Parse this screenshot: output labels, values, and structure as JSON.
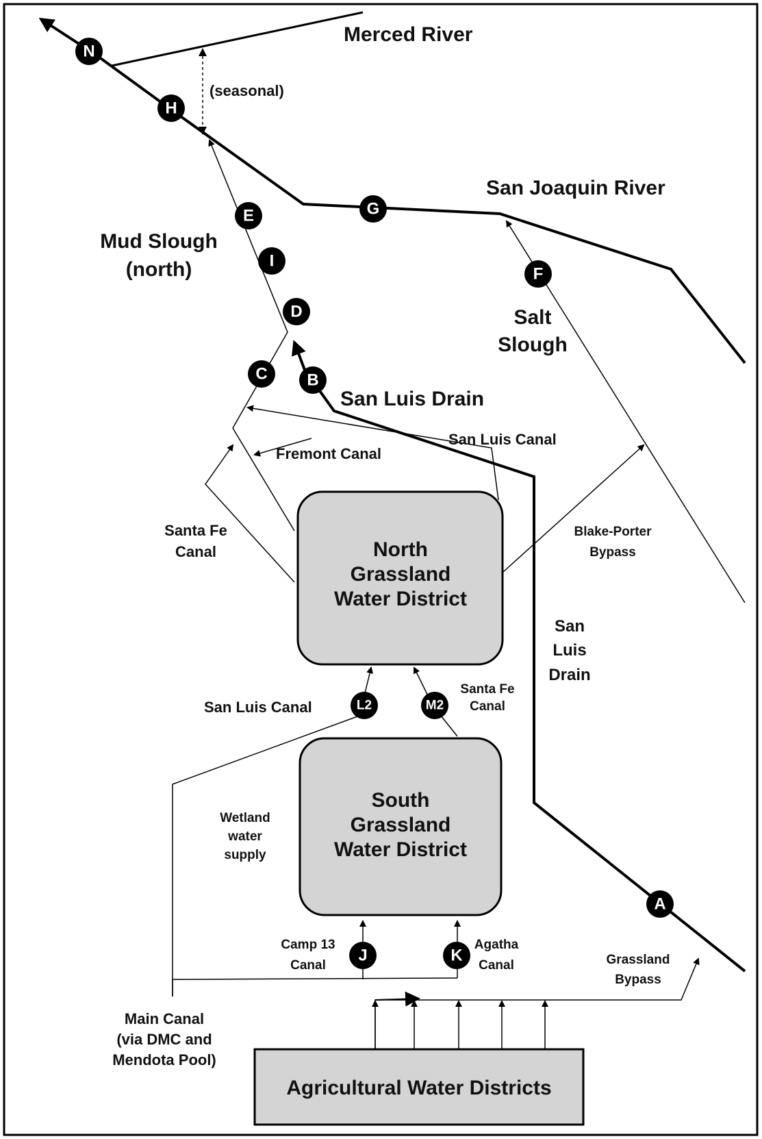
{
  "labels": {
    "merced_river": "Merced River",
    "seasonal": "(seasonal)",
    "san_joaquin_river": "San Joaquin River",
    "mud_slough_1": "Mud Slough",
    "mud_slough_2": "(north)",
    "salt_slough_1": "Salt",
    "salt_slough_2": "Slough",
    "san_luis_drain_top": "San Luis Drain",
    "san_luis_canal_top": "San Luis Canal",
    "fremont_canal": "Fremont Canal",
    "santa_fe_canal_1": "Santa Fe",
    "santa_fe_canal_2": "Canal",
    "blake_porter_1": "Blake-Porter",
    "blake_porter_2": "Bypass",
    "san_luis_drain_side_1": "San",
    "san_luis_drain_side_2": "Luis",
    "san_luis_drain_side_3": "Drain",
    "san_luis_canal_mid": "San Luis Canal",
    "santa_fe_small_1": "Santa Fe",
    "santa_fe_small_2": "Canal",
    "wetland_1": "Wetland",
    "wetland_2": "water",
    "wetland_3": "supply",
    "camp13_1": "Camp 13",
    "camp13_2": "Canal",
    "agatha_1": "Agatha",
    "agatha_2": "Canal",
    "grassland_bypass_1": "Grassland",
    "grassland_bypass_2": "Bypass",
    "main_canal_1": "Main Canal",
    "main_canal_2": "(via DMC and",
    "main_canal_3": "Mendota Pool)"
  },
  "boxes": {
    "north_1": "North",
    "north_2": "Grassland",
    "north_3": "Water District",
    "south_1": "South",
    "south_2": "Grassland",
    "south_3": "Water District",
    "ag": "Agricultural Water Districts"
  },
  "nodes": {
    "N": "N",
    "H": "H",
    "G": "G",
    "E": "E",
    "I": "I",
    "D": "D",
    "C": "C",
    "B": "B",
    "F": "F",
    "A": "A",
    "J": "J",
    "K": "K",
    "L2": "L2",
    "M2": "M2"
  },
  "colors": {
    "node_fill": "#000000",
    "box_fill": "#d4d4d4",
    "line": "#000000"
  }
}
